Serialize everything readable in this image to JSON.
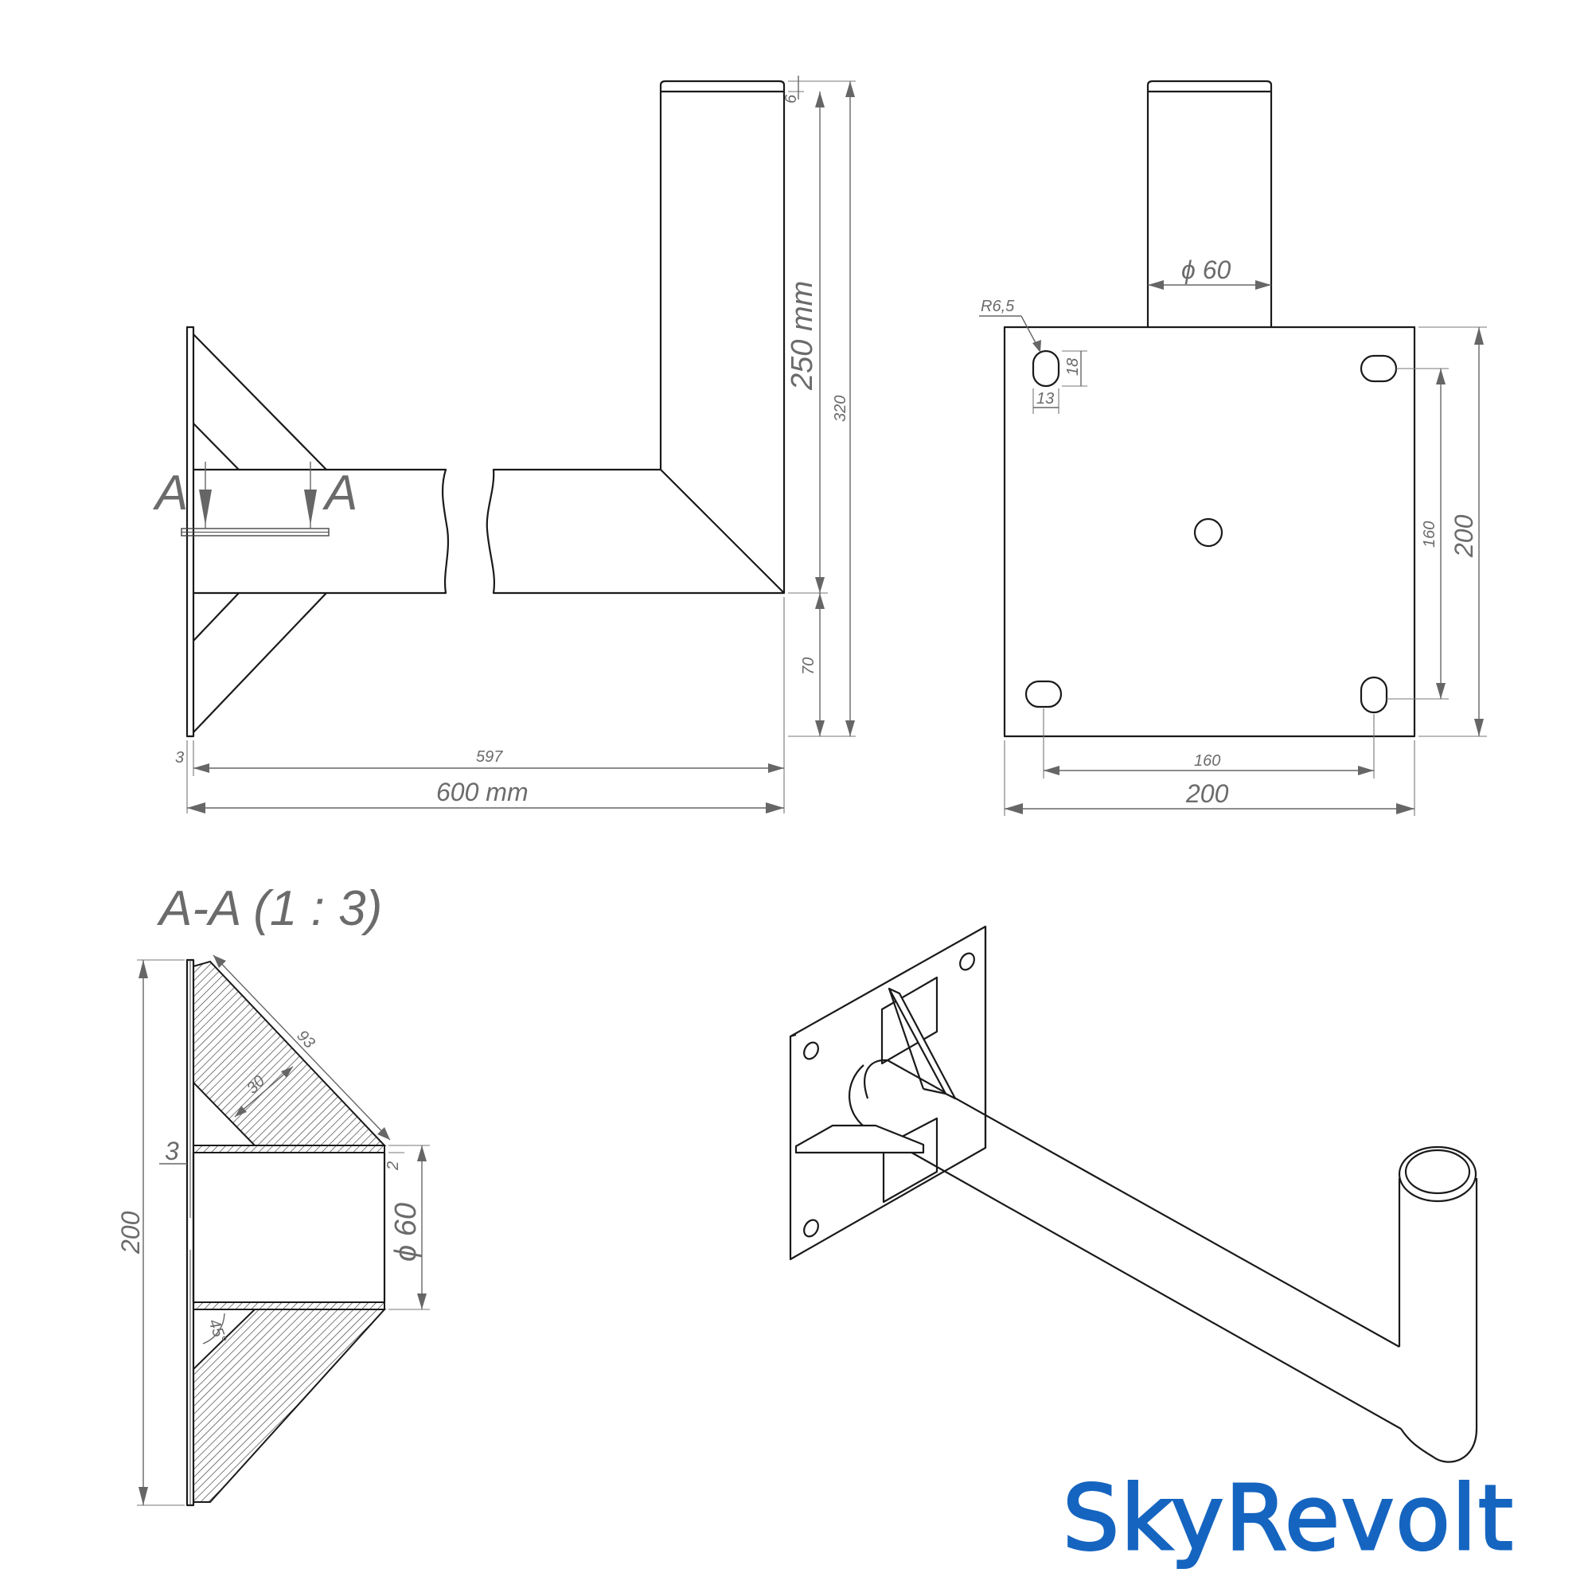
{
  "side_view": {
    "section_marker_left": "A",
    "section_marker_right": "A",
    "dim_total_length": "600 mm",
    "dim_arm_length": "597",
    "dim_plate_thickness": "3",
    "dim_riser_height": "250 mm",
    "dim_total_height": "320",
    "dim_cap": "6",
    "dim_arm_offset": "70"
  },
  "plate_view": {
    "dim_pipe_diameter": "ϕ 60",
    "dim_slot_radius": "R6,5",
    "dim_slot_height": "18",
    "dim_slot_width": "13",
    "dim_hole_spacing_v": "160",
    "dim_plate_height": "200",
    "dim_hole_spacing_h": "160",
    "dim_plate_width": "200"
  },
  "section_view": {
    "title": "A-A (1 : 3)",
    "dim_height": "200",
    "dim_gusset_length": "93",
    "dim_gusset_width": "30",
    "dim_plate": "3",
    "dim_wall": "2",
    "dim_diameter": "ϕ 60",
    "dim_angle": "45°"
  },
  "brand": {
    "name": "SkyRevolt",
    "color": "#1565c0"
  }
}
